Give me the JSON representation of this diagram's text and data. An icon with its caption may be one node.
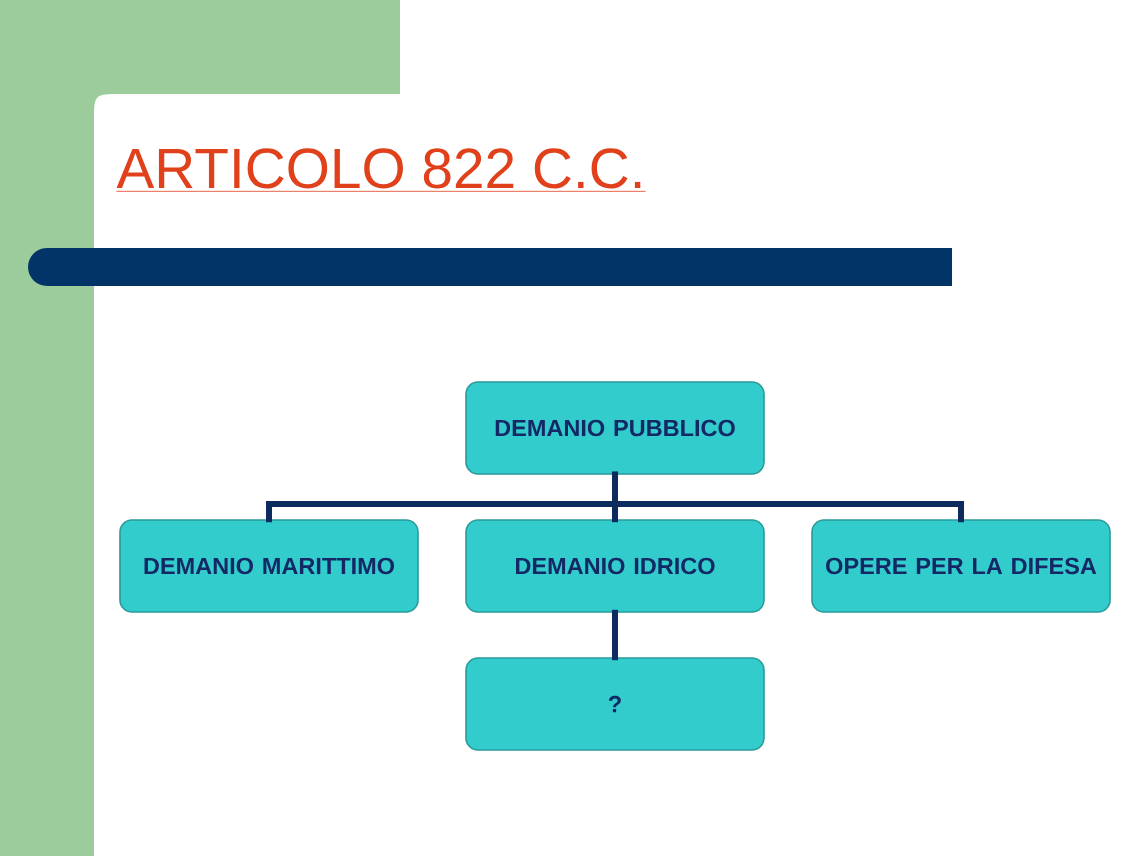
{
  "diagram": {
    "title": "ARTICOLO 822 C.C.",
    "nodes": [
      {
        "text": [
          "DEMANIO PUBBLICO"
        ]
      },
      {
        "text": [
          "DEMANIO MARITTIMO"
        ]
      },
      {
        "text": [
          "DEMANIO IDRICO"
        ]
      },
      {
        "text": [
          "OPERE PER LA DIFESA"
        ]
      },
      {
        "text": [
          "?"
        ]
      }
    ],
    "edges": [
      {
        "from": 0,
        "to": 1,
        "arrow": "none"
      },
      {
        "from": 0,
        "to": 2,
        "arrow": "none"
      },
      {
        "from": 0,
        "to": 3,
        "arrow": "none"
      },
      {
        "from": 2,
        "to": 4,
        "arrow": "none"
      }
    ]
  }
}
